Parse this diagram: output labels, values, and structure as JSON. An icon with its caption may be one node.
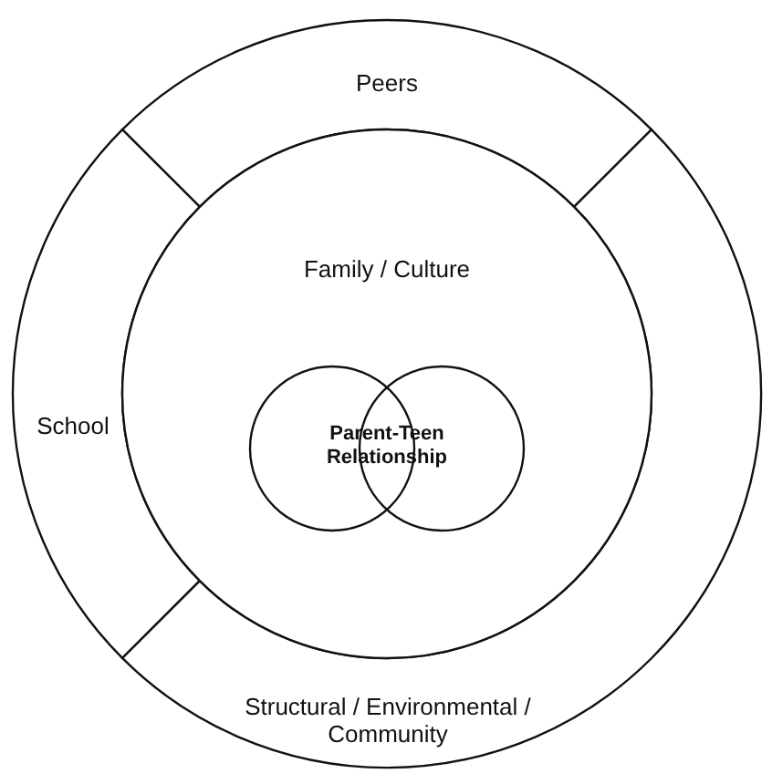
{
  "diagram": {
    "nodes": [
      {
        "text": [
          "Peers"
        ]
      },
      {
        "text": [
          "School"
        ]
      },
      {
        "text": [
          "Structural / Environmental / Community"
        ]
      },
      {
        "text": [
          "Family / Culture"
        ]
      },
      {
        "text": [],
        "shape": "circle",
        "in": 3
      },
      {
        "text": [],
        "shape": "circle",
        "in": 3
      }
    ],
    "labels": [
      "Parent-Teen Relationship"
    ]
  }
}
